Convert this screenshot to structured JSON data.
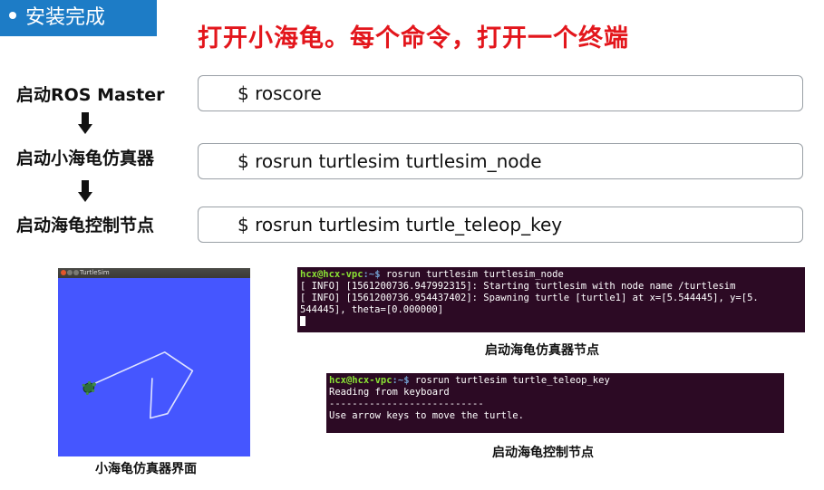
{
  "header": {
    "section_tag": "安装完成",
    "title": "打开小海龟。每个命令，打开一个终端"
  },
  "steps": [
    {
      "label": "启动ROS Master",
      "command": "$ roscore"
    },
    {
      "label": "启动小海龟仿真器",
      "command": "$ rosrun turtlesim turtlesim_node"
    },
    {
      "label": "启动海龟控制节点",
      "command": "$ rosrun turtlesim turtle_teleop_key"
    }
  ],
  "turtlesim": {
    "window_title": "TurtleSim",
    "caption": "小海龟仿真器界面",
    "background_color": "#4556ff",
    "path_color": "#dfe3ff",
    "path_points": [
      [
        0.14,
        0.615
      ],
      [
        0.555,
        0.415
      ],
      [
        0.7,
        0.52
      ],
      [
        0.57,
        0.76
      ],
      [
        0.48,
        0.785
      ],
      [
        0.49,
        0.56
      ]
    ],
    "turtle_position": [
      0.16,
      0.615
    ],
    "turtle_icon": "turtle-icon"
  },
  "terminal_node": {
    "caption": "启动海龟仿真器节点",
    "prompt_user": "hcx@hcx-vpc",
    "prompt_path": ":~$",
    "command": " rosrun turtlesim turtlesim_node",
    "lines": [
      "[ INFO] [1561200736.947992315]: Starting turtlesim with node name /turtlesim",
      "[ INFO] [1561200736.954437402]: Spawning turtle [turtle1] at x=[5.544445], y=[5.",
      "544445], theta=[0.000000]"
    ],
    "background_color": "#2c0a24"
  },
  "terminal_teleop": {
    "caption": "启动海龟控制节点",
    "prompt_user": "hcx@hcx-vpc",
    "prompt_path": ":~$",
    "command": " rosrun turtlesim turtle_teleop_key",
    "lines": [
      "Reading from keyboard",
      "---------------------------",
      "Use arrow keys to move the turtle."
    ],
    "background_color": "#2c0a24"
  }
}
